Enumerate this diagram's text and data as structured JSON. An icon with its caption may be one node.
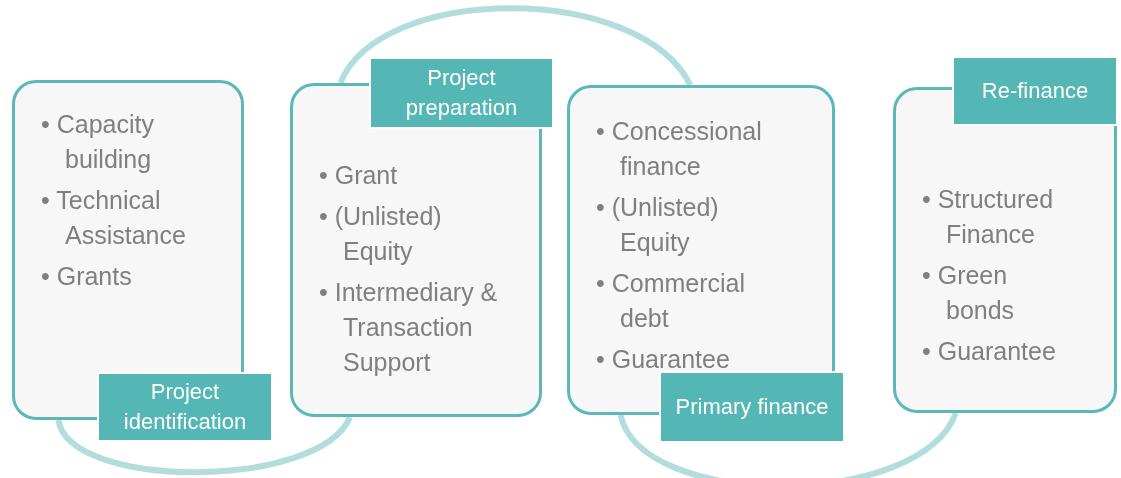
{
  "diagram": {
    "nodes": [
      {
        "text": [
          "• Capacity building",
          "• Technical Assistance",
          "• Grants"
        ]
      },
      {
        "text": [
          "Project identification"
        ]
      },
      {
        "text": [
          "Project preparation"
        ]
      },
      {
        "text": [
          "• Grant",
          "• (Unlisted) Equity",
          "• Intermediary & Transaction Support"
        ]
      },
      {
        "text": [
          "• Concessional finance",
          "• (Unlisted) Equity",
          "• Commercial debt",
          "• Guarantee"
        ]
      },
      {
        "text": [
          "Primary finance"
        ]
      },
      {
        "text": [
          "Re-finance"
        ]
      },
      {
        "text": [
          "• Structured Finance",
          "• Green bonds",
          "• Guarantee"
        ]
      }
    ],
    "edges": [
      {
        "from": 0,
        "to": 3,
        "arrow": "none",
        "color": "#b3dcdc"
      },
      {
        "from": 3,
        "to": 4,
        "arrow": "none",
        "color": "#b3dcdc"
      },
      {
        "from": 4,
        "to": 7,
        "arrow": "none",
        "color": "#b3dcdc"
      }
    ]
  }
}
